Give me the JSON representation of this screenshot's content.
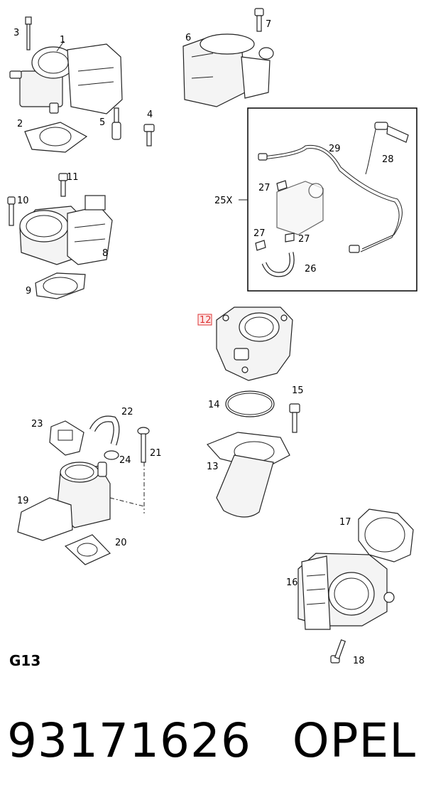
{
  "callouts": {
    "c1": "1",
    "c2": "2",
    "c3": "3",
    "c4": "4",
    "c5": "5",
    "c6": "6",
    "c7": "7",
    "c8": "8",
    "c9": "9",
    "c10": "10",
    "c11": "11",
    "c12": "12",
    "c13": "13",
    "c14": "14",
    "c15": "15",
    "c16": "16",
    "c17": "17",
    "c18": "18",
    "c19": "19",
    "c20": "20",
    "c21": "21",
    "c22": "22",
    "c23": "23",
    "c24": "24",
    "c25x": "25X",
    "c26": "26",
    "c27a": "27",
    "c27b": "27",
    "c27c": "27",
    "c28": "28",
    "c29": "29"
  },
  "highlight_color": "#dd3333",
  "group_label": "G13",
  "part_number": "93171626",
  "brand": "OPEL"
}
